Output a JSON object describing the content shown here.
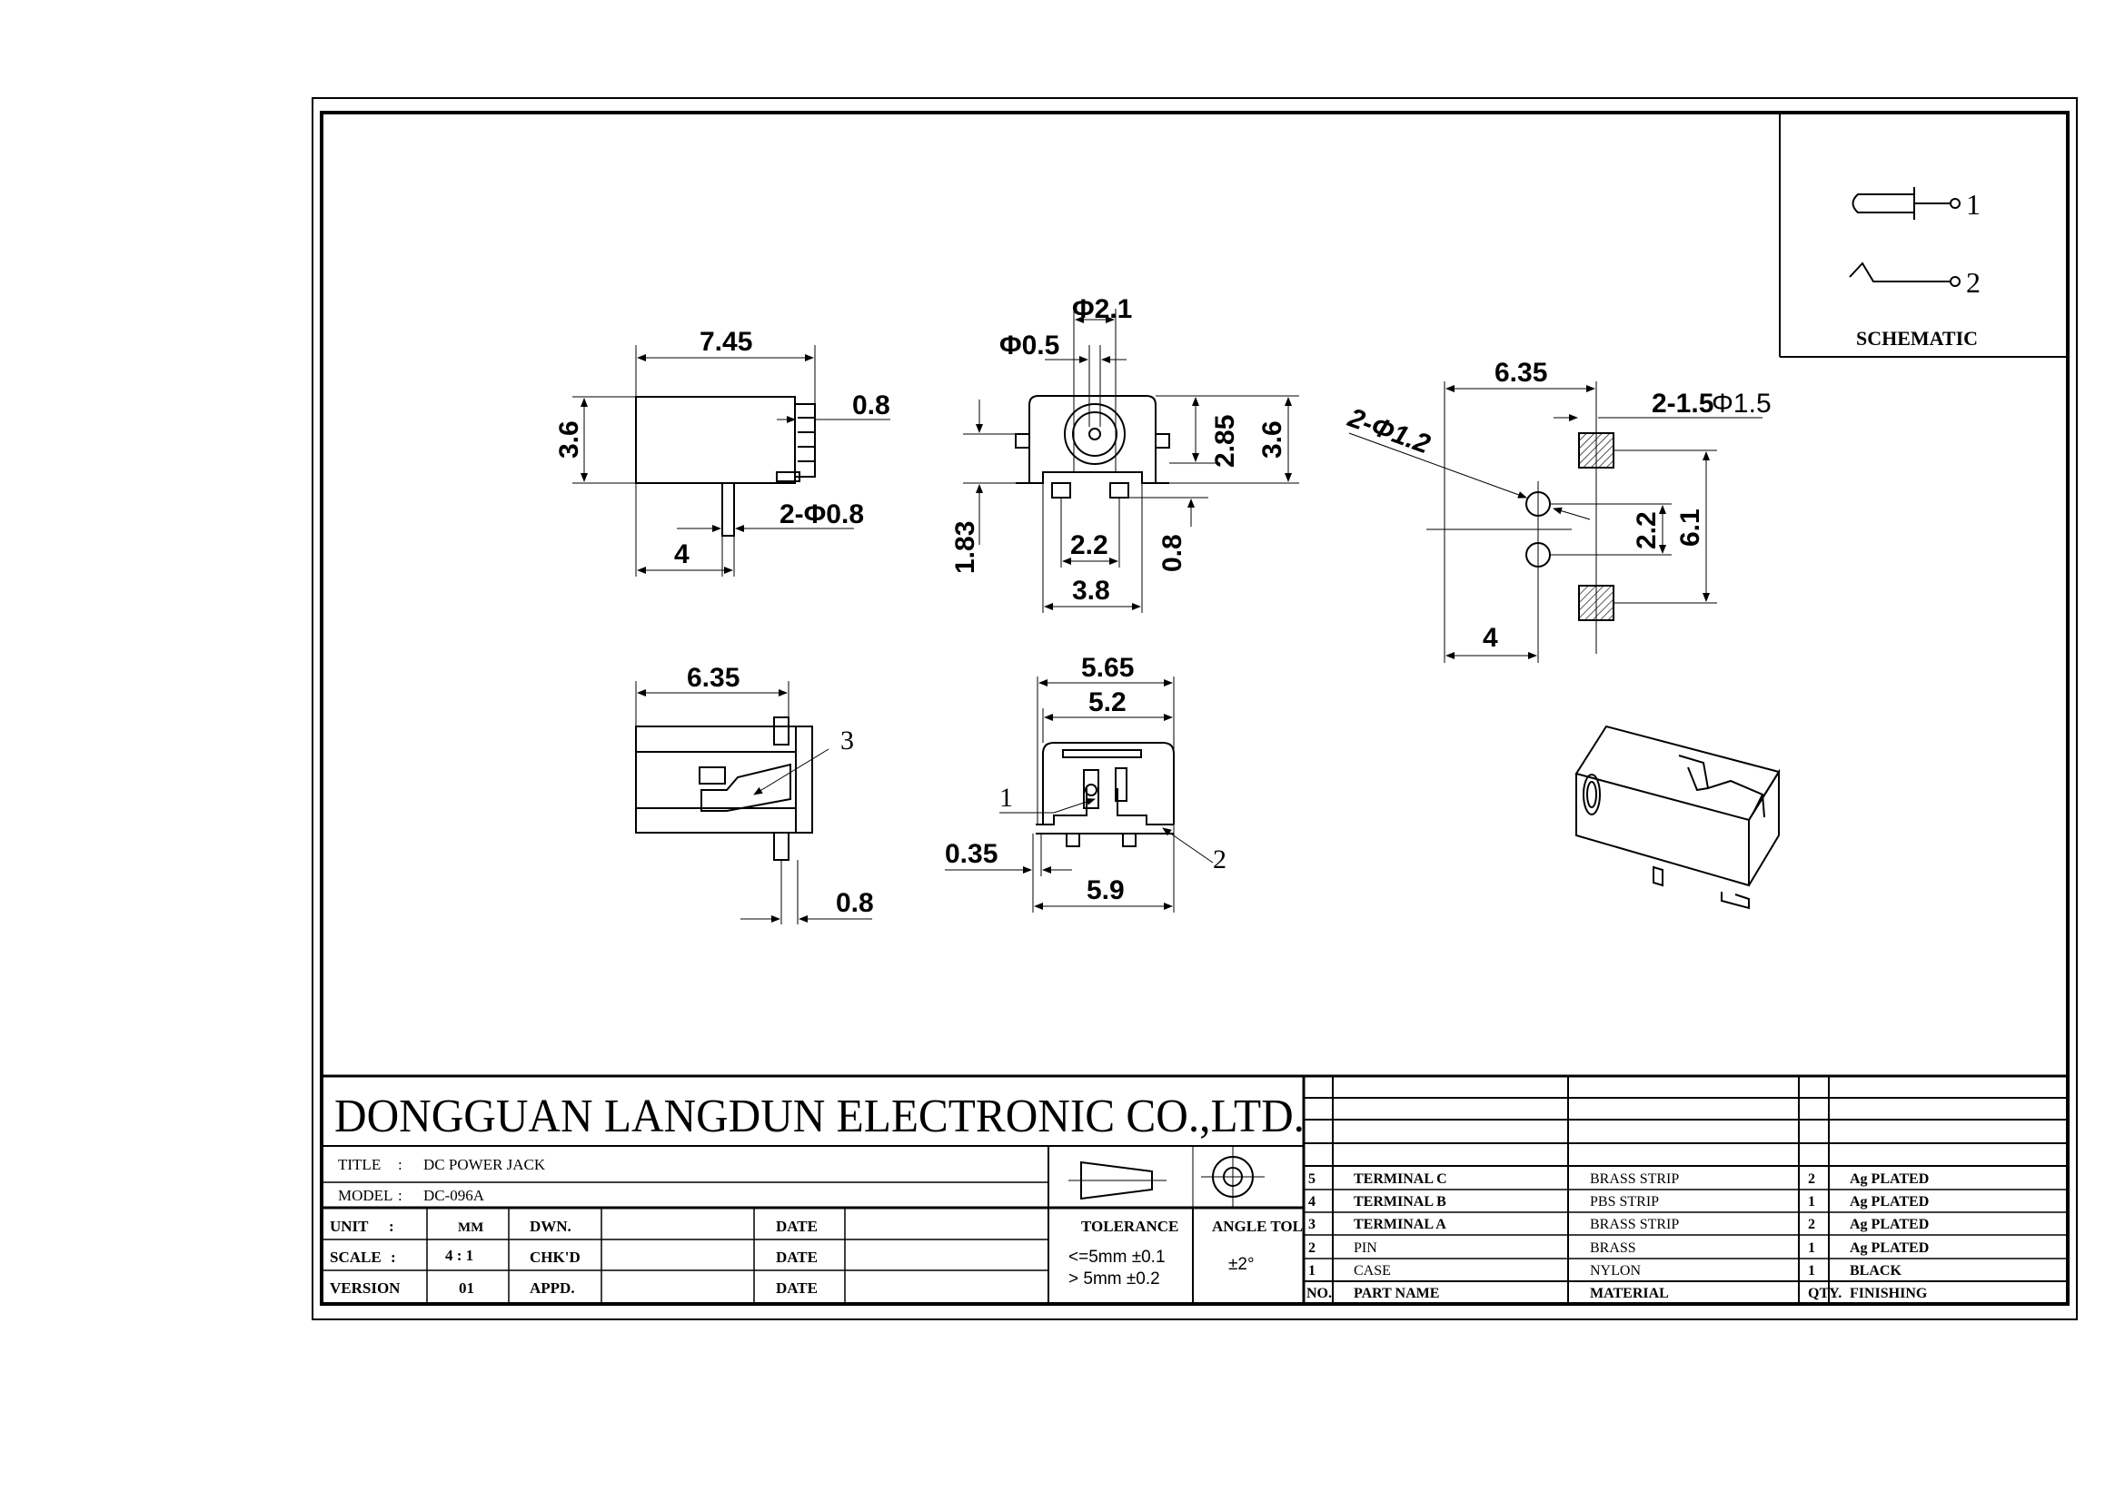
{
  "company": "DONGGUAN LANGDUN ELECTRONIC CO.,LTD.",
  "title_block": {
    "title_label": "TITLE",
    "title_value": "DC POWER JACK",
    "model_label": "MODEL",
    "model_value": "DC-096A",
    "unit_label": "UNIT",
    "unit_value": "MM",
    "scale_label": "SCALE",
    "scale_value": "4 : 1",
    "version_label": "VERSION",
    "version_value": "01",
    "dwn_label": "DWN.",
    "chkd_label": "CHK'D",
    "appd_label": "APPD.",
    "date_label": "DATE",
    "tolerance_label": "TOLERANCE",
    "tol_line1": "<=5mm  ±0.1",
    "tol_line2": ">  5mm  ±0.2",
    "angle_tol_label": "ANGLE TOL",
    "angle_tol_value": "±2°",
    "colon": ":"
  },
  "bom": {
    "headers": {
      "no": "NO.",
      "part": "PART  NAME",
      "material": "MATERIAL",
      "qty": "QTY.",
      "finish": "FINISHING"
    },
    "rows": [
      {
        "no": "5",
        "part": "TERMINAL C",
        "material": "BRASS STRIP",
        "qty": "2",
        "finish": "Ag PLATED"
      },
      {
        "no": "4",
        "part": "TERMINAL B",
        "material": "PBS STRIP",
        "qty": "1",
        "finish": "Ag PLATED"
      },
      {
        "no": "3",
        "part": "TERMINAL A",
        "material": "BRASS STRIP",
        "qty": "2",
        "finish": "Ag PLATED"
      },
      {
        "no": "2",
        "part": "PIN",
        "material": "BRASS",
        "qty": "1",
        "finish": "Ag PLATED"
      },
      {
        "no": "1",
        "part": "CASE",
        "material": "NYLON",
        "qty": "1",
        "finish": "BLACK"
      }
    ]
  },
  "schematic": {
    "label": "SCHEMATIC",
    "pin1": "1",
    "pin2": "2"
  },
  "dims": {
    "d745": "7.45",
    "d08a": "0.8",
    "d36a": "3.6",
    "d2phi08": "2-Φ0.8",
    "d4a": "4",
    "phi21": "Φ2.1",
    "phi05": "Φ0.5",
    "d285": "2.85",
    "d36b": "3.6",
    "d183": "1.83",
    "d22a": "2.2",
    "d08b": "0.8",
    "d38": "3.8",
    "d635a": "6.35",
    "d2_15": "2-1.5",
    "phi15": "Φ1.5",
    "d2phi12": "2-Φ1.2",
    "d22b": "2.2",
    "d61": "6.1",
    "d4b": "4",
    "d635b": "6.35",
    "callout3": "3",
    "d08c": "0.8",
    "d565": "5.65",
    "d52": "5.2",
    "callout1": "1",
    "callout2": "2",
    "d035": "0.35",
    "d59": "5.9"
  }
}
